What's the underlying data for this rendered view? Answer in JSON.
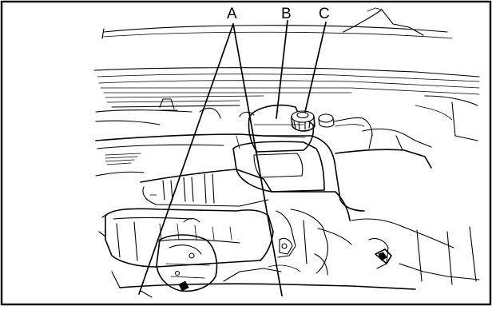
{
  "diagram": {
    "callouts": [
      {
        "id": "A",
        "label": "A"
      },
      {
        "id": "B",
        "label": "B"
      },
      {
        "id": "C",
        "label": "C"
      }
    ]
  },
  "colors": {
    "line": "#000000",
    "background": "#ffffff"
  }
}
